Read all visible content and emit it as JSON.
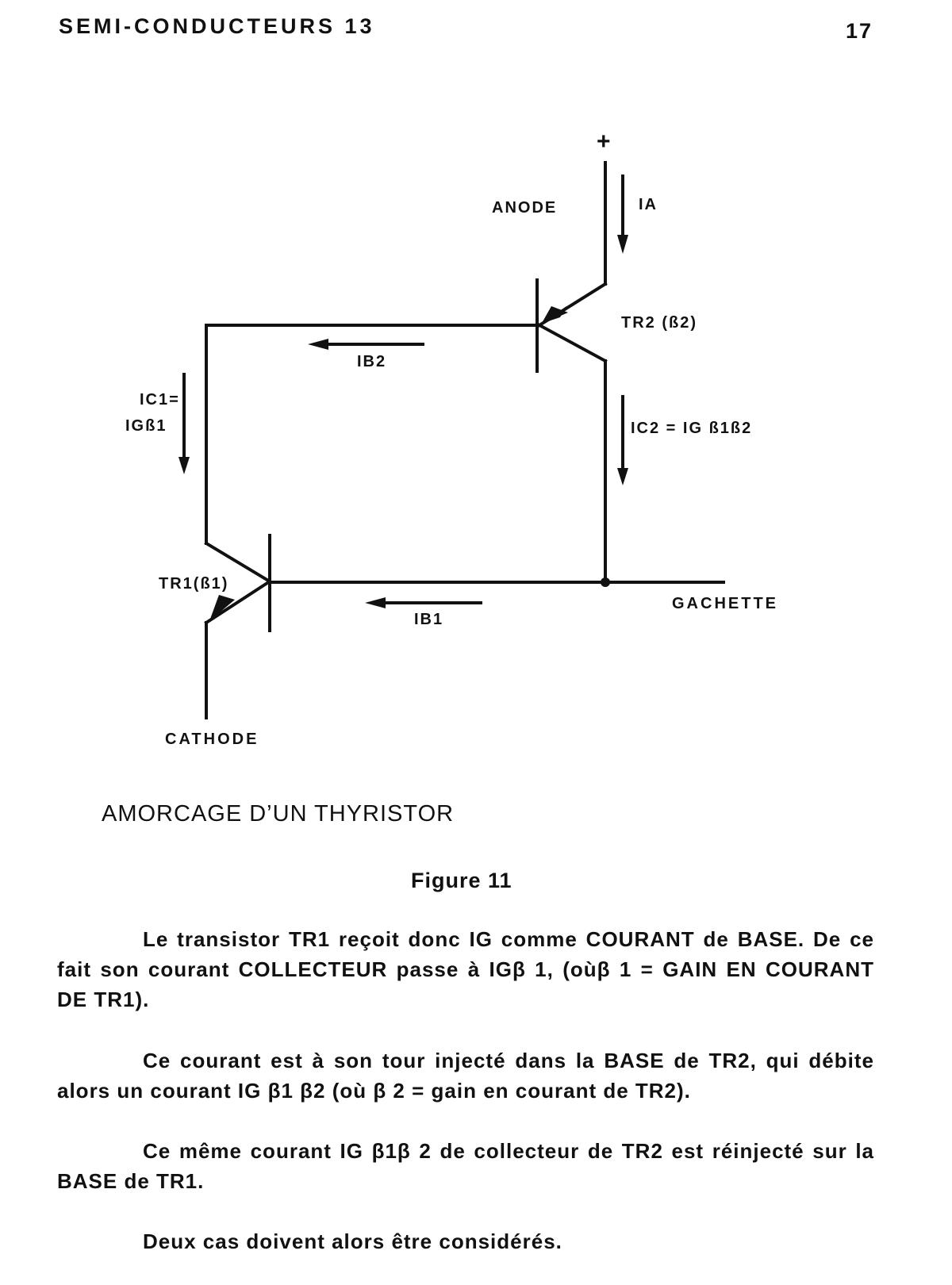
{
  "header": {
    "running_title": "SEMI-CONDUCTEURS 13",
    "page_number": "17"
  },
  "diagram": {
    "plus_sign": "+",
    "anode": "ANODE",
    "ia": "IA",
    "tr2": "TR2 (ß2)",
    "ib2": "IB2",
    "ic1_line1": "IC1=",
    "ic1_line2": "IGß1",
    "ic2": "IC2 = IG ß1ß2",
    "tr1": "TR1(ß1)",
    "ib1": "IB1",
    "gachette": "GACHETTE",
    "cathode": "CATHODE"
  },
  "figure": {
    "caption": "AMORCAGE D’UN THYRISTOR",
    "number": "Figure 11"
  },
  "paragraphs": [
    "Le transistor TR1 reçoit donc IG comme COURANT de BASE. De ce fait son courant COLLECTEUR passe à IGβ 1, (oùβ 1 = GAIN EN COURANT DE TR1).",
    "Ce courant est à son tour injecté dans la BASE de TR2, qui débite alors un courant IG β1 β2 (où β 2 = gain en courant de TR2).",
    "Ce même courant IG β1β 2 de collecteur de TR2 est réinjecté sur la BASE de TR1.",
    "Deux cas doivent alors être considérés."
  ]
}
